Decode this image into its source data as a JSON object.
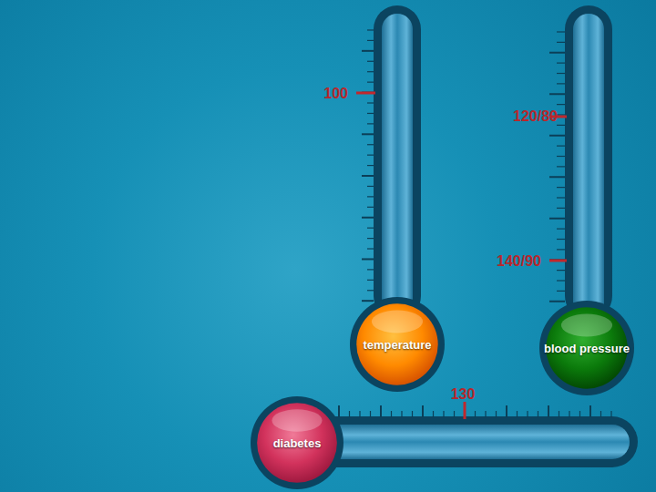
{
  "diagram": {
    "nodes": [
      {
        "text": [
          "temperature"
        ]
      },
      {
        "text": [
          "blood pressure"
        ]
      },
      {
        "text": [
          "diabetes"
        ]
      }
    ],
    "labels": [
      "100",
      "120/80",
      "140/90",
      "130"
    ]
  }
}
